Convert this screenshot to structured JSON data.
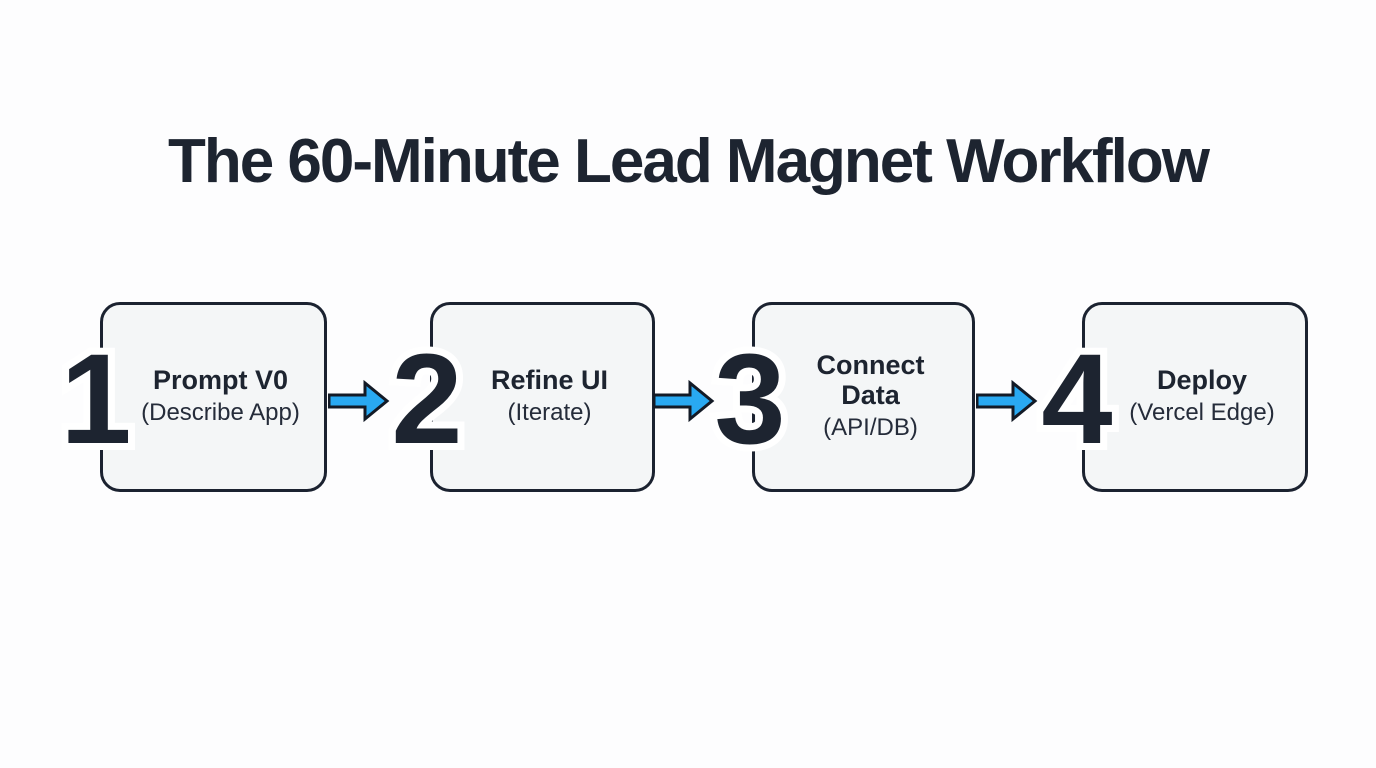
{
  "page": {
    "title": "The 60-Minute Lead Magnet Workflow"
  },
  "colors": {
    "ink": "#1d2430",
    "subink": "#252c3a",
    "box_fill": "#f4f6f7",
    "box_border": "#1b2230",
    "arrow_blue": "#29a9f2",
    "arrow_outline": "#131a26",
    "page_bg": "#fdfdfe"
  },
  "workflow": {
    "steps": [
      {
        "number": "1",
        "title": "Prompt V0",
        "subtitle": "(Describe App)"
      },
      {
        "number": "2",
        "title": "Refine UI",
        "subtitle": "(Iterate)"
      },
      {
        "number": "3",
        "title": "Connect Data",
        "subtitle": "(API/DB)"
      },
      {
        "number": "4",
        "title": "Deploy",
        "subtitle": "(Vercel Edge)"
      }
    ],
    "arrow_icon": "right-arrow"
  }
}
